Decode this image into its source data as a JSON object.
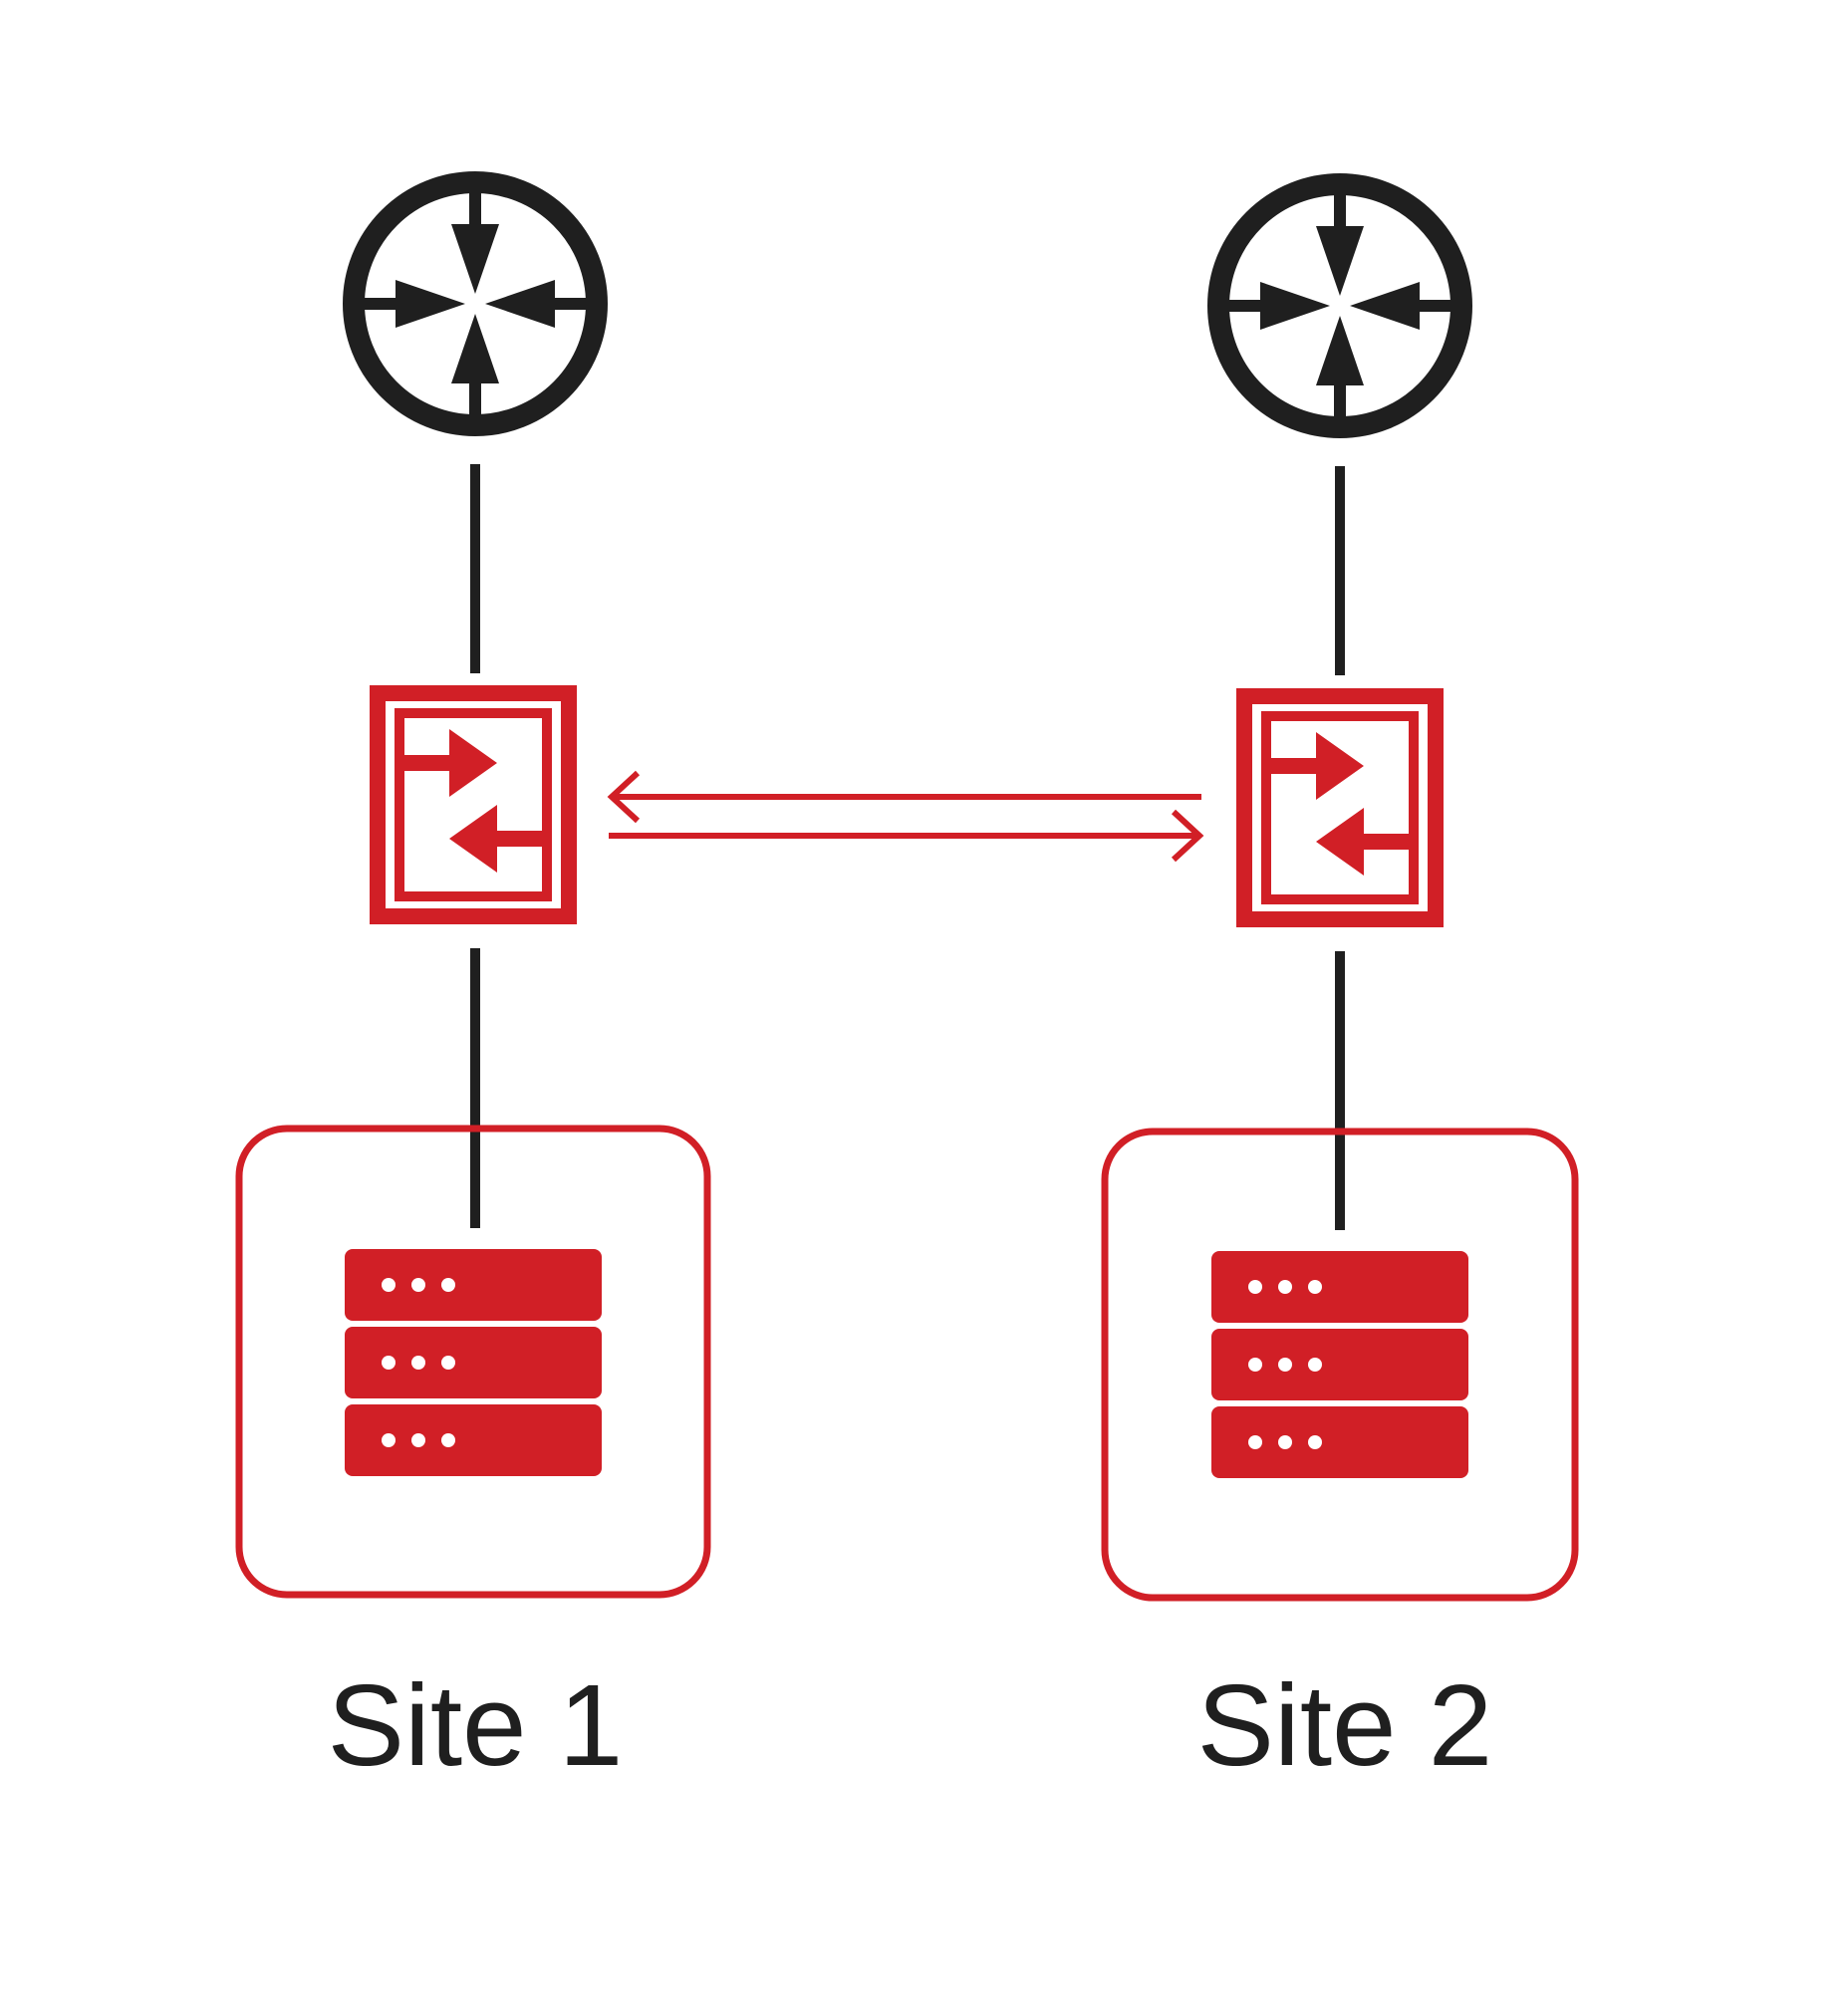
{
  "colors": {
    "accent": "#d11f26",
    "ink": "#1f1f1f",
    "background": "#ffffff"
  },
  "sites": [
    {
      "label": "Site 1",
      "router_icon": "router-icon",
      "switch_icon": "switch-icon",
      "server_icon": "server-stack-icon"
    },
    {
      "label": "Site 2",
      "router_icon": "router-icon",
      "switch_icon": "switch-icon",
      "server_icon": "server-stack-icon"
    }
  ],
  "link": {
    "type": "bidirectional-arrows"
  }
}
